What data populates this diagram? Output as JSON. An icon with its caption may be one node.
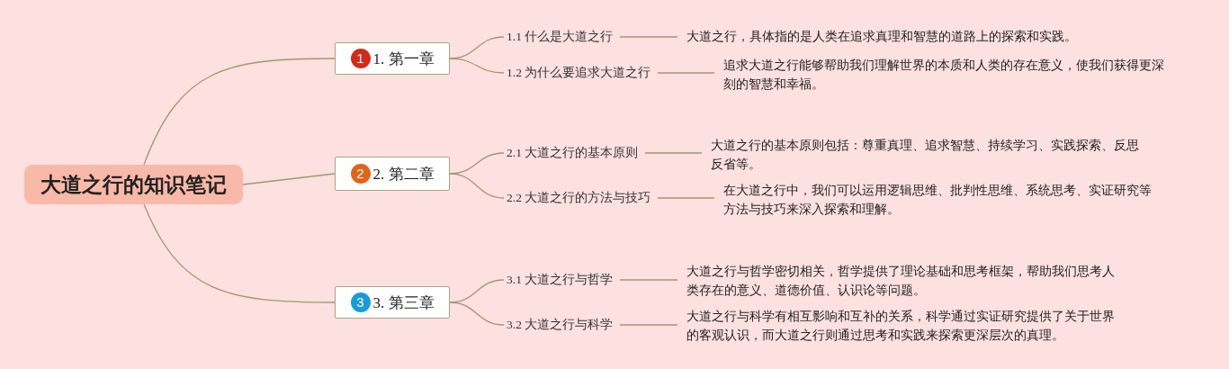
{
  "diagram": {
    "nodes": [
      {
        "text": [
          "大道之行的知识笔记"
        ]
      },
      {
        "text": [
          "1",
          "1. 第一章"
        ]
      },
      {
        "text": [
          "2",
          "2. 第二章"
        ]
      },
      {
        "text": [
          "3",
          "3. 第三章"
        ]
      },
      {
        "text": [
          "1.1 什么是大道之行"
        ]
      },
      {
        "text": [
          "1.2 为什么要追求大道之行"
        ]
      },
      {
        "text": [
          "2.1 大道之行的基本原则"
        ]
      },
      {
        "text": [
          "2.2 大道之行的方法与技巧"
        ]
      },
      {
        "text": [
          "3.1 大道之行与哲学"
        ]
      },
      {
        "text": [
          "3.2 大道之行与科学"
        ]
      },
      {
        "text": [
          "大道之行，具体指的是人类在追求真理和智慧的道路上的探索和实践。"
        ]
      },
      {
        "text": [
          "追求大道之行能够帮助我们理解世界的本质和人类的存在意义，使我们获得更深刻的智慧和幸福。"
        ]
      },
      {
        "text": [
          "大道之行的基本原则包括：尊重真理、追求智慧、持续学习、实践探索、反思反省等。"
        ]
      },
      {
        "text": [
          "在大道之行中，我们可以运用逻辑思维、批判性思维、系统思考、实证研究等方法与技巧来深入探索和理解。"
        ]
      },
      {
        "text": [
          "大道之行与哲学密切相关，哲学提供了理论基础和思考框架，帮助我们思考人类存在的意义、道德价值、认识论等问题。"
        ]
      },
      {
        "text": [
          "大道之行与科学有相互影响和互补的关系，科学通过实证研究提供了关于世界的客观认识，而大道之行则通过思考和实践来探索更深层次的真理。"
        ]
      }
    ],
    "edges": [
      {
        "from": 0,
        "to": 1,
        "arrow": "none"
      },
      {
        "from": 0,
        "to": 2,
        "arrow": "none"
      },
      {
        "from": 0,
        "to": 3,
        "arrow": "none"
      },
      {
        "from": 1,
        "to": 4,
        "arrow": "none"
      },
      {
        "from": 1,
        "to": 5,
        "arrow": "none"
      },
      {
        "from": 2,
        "to": 6,
        "arrow": "none"
      },
      {
        "from": 2,
        "to": 7,
        "arrow": "none"
      },
      {
        "from": 3,
        "to": 8,
        "arrow": "none"
      },
      {
        "from": 3,
        "to": 9,
        "arrow": "none"
      },
      {
        "from": 4,
        "to": 10,
        "arrow": "none"
      },
      {
        "from": 5,
        "to": 11,
        "arrow": "none"
      },
      {
        "from": 6,
        "to": 12,
        "arrow": "none"
      },
      {
        "from": 7,
        "to": 13,
        "arrow": "none"
      },
      {
        "from": 8,
        "to": 14,
        "arrow": "none"
      },
      {
        "from": 9,
        "to": 15,
        "arrow": "none"
      }
    ]
  }
}
